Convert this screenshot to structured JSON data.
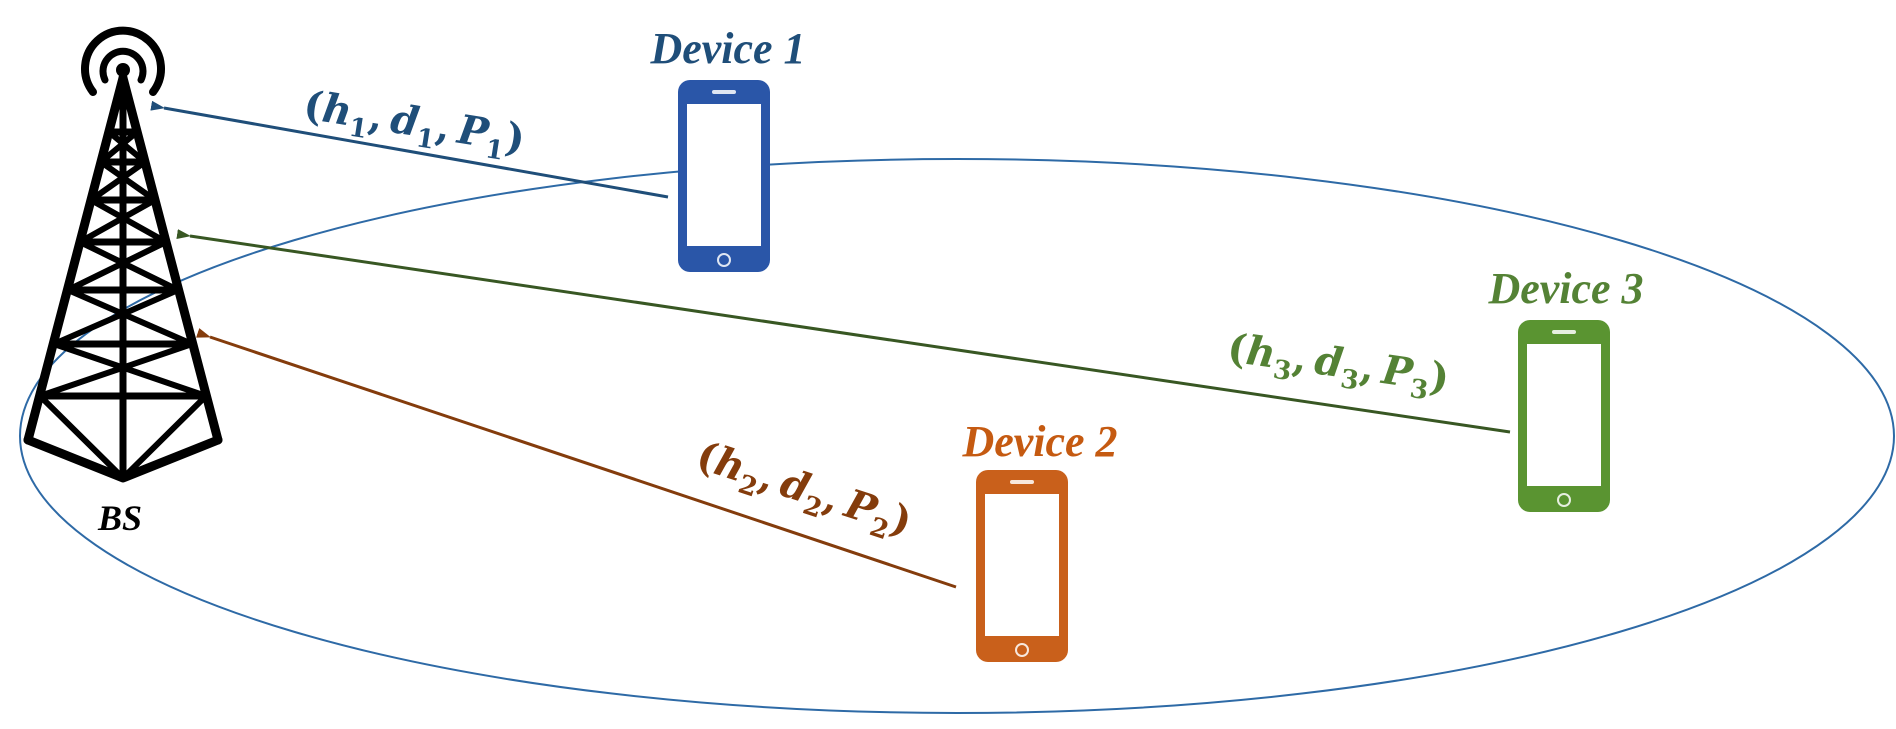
{
  "colors": {
    "device1": "#1f4e79",
    "device1_phone": "#2a56a8",
    "device2": "#c55a11",
    "device2_arrow": "#843c0c",
    "device2_phone": "#c9601b",
    "device3": "#548235",
    "device3_arrow": "#385723",
    "device3_phone": "#5a9431",
    "ellipse": "#2e6aa6",
    "tower": "#000000"
  },
  "base_station": {
    "label": "BS",
    "icon": "cell-tower-icon"
  },
  "devices": [
    {
      "label": "Device 1",
      "icon": "smartphone-icon",
      "tuple": {
        "open": "(",
        "h": "h",
        "h_sub": "1",
        "d": "d",
        "d_sub": "1",
        "p": "P",
        "p_sub": "1",
        "sep": ",",
        "close": ")"
      }
    },
    {
      "label": "Device 2",
      "icon": "smartphone-icon",
      "tuple": {
        "open": "(",
        "h": "h",
        "h_sub": "2",
        "d": "d",
        "d_sub": "2",
        "p": "P",
        "p_sub": "2",
        "sep": ",",
        "close": ")"
      }
    },
    {
      "label": "Device 3",
      "icon": "smartphone-icon",
      "tuple": {
        "open": "(",
        "h": "h",
        "h_sub": "3",
        "d": "d",
        "d_sub": "3",
        "p": "P",
        "p_sub": "3",
        "sep": ",",
        "close": ")"
      }
    }
  ]
}
